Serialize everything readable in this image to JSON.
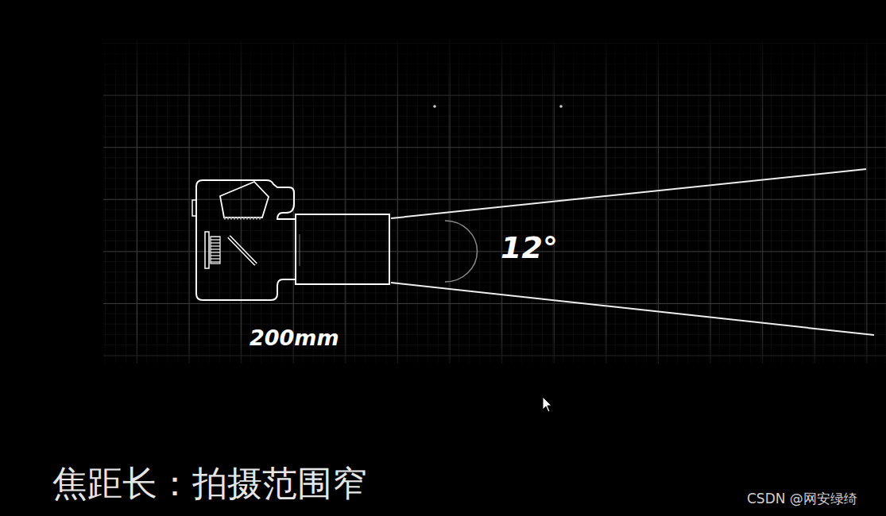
{
  "diagram": {
    "caption": "焦距长：拍摄范围窄",
    "labels": [
      "12°",
      "200mm",
      "CSDN @网安绿绮"
    ]
  }
}
